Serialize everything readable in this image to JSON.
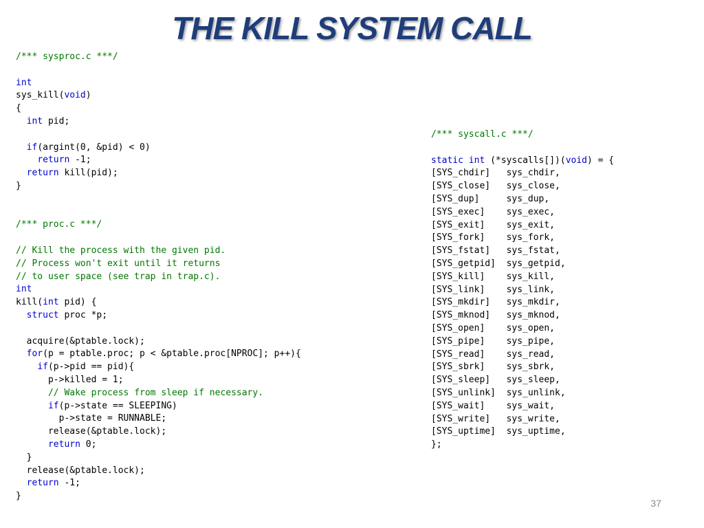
{
  "slide": {
    "title": "THE KILL SYSTEM CALL",
    "page_number": "37"
  },
  "colors": {
    "title": "#1f3d7a",
    "keyword": "#0000cc",
    "comment": "#007700",
    "text": "#000000",
    "page_number": "#8a8a8a"
  },
  "left_code": [
    [
      {
        "t": "/*** sysproc.c ***/",
        "c": "cm"
      }
    ],
    [],
    [
      {
        "t": "int",
        "c": "kw"
      }
    ],
    [
      {
        "t": "sys_kill("
      },
      {
        "t": "void",
        "c": "kw"
      },
      {
        "t": ")"
      }
    ],
    [
      {
        "t": "{"
      }
    ],
    [
      {
        "t": "  "
      },
      {
        "t": "int",
        "c": "kw"
      },
      {
        "t": " pid;"
      }
    ],
    [],
    [
      {
        "t": "  "
      },
      {
        "t": "if",
        "c": "kw"
      },
      {
        "t": "(argint(0, &pid) < 0)"
      }
    ],
    [
      {
        "t": "    "
      },
      {
        "t": "return",
        "c": "kw"
      },
      {
        "t": " -1;"
      }
    ],
    [
      {
        "t": "  "
      },
      {
        "t": "return",
        "c": "kw"
      },
      {
        "t": " kill(pid);"
      }
    ],
    [
      {
        "t": "}"
      }
    ],
    [],
    [],
    [
      {
        "t": "/*** proc.c ***/",
        "c": "cm"
      }
    ],
    [],
    [
      {
        "t": "// Kill the process with the given pid.",
        "c": "cm"
      }
    ],
    [
      {
        "t": "// Process won't exit until it returns",
        "c": "cm"
      }
    ],
    [
      {
        "t": "// to user space (see trap in trap.c).",
        "c": "cm"
      }
    ],
    [
      {
        "t": "int",
        "c": "kw"
      }
    ],
    [
      {
        "t": "kill("
      },
      {
        "t": "int",
        "c": "kw"
      },
      {
        "t": " pid) {"
      }
    ],
    [
      {
        "t": "  "
      },
      {
        "t": "struct",
        "c": "kw"
      },
      {
        "t": " proc *p;"
      }
    ],
    [],
    [
      {
        "t": "  acquire(&ptable.lock);"
      }
    ],
    [
      {
        "t": "  "
      },
      {
        "t": "for",
        "c": "kw"
      },
      {
        "t": "(p = ptable.proc; p < &ptable.proc[NPROC]; p++){"
      }
    ],
    [
      {
        "t": "    "
      },
      {
        "t": "if",
        "c": "kw"
      },
      {
        "t": "(p->pid == pid){"
      }
    ],
    [
      {
        "t": "      p->killed = 1;"
      }
    ],
    [
      {
        "t": "      "
      },
      {
        "t": "// Wake process from sleep if necessary.",
        "c": "cm"
      }
    ],
    [
      {
        "t": "      "
      },
      {
        "t": "if",
        "c": "kw"
      },
      {
        "t": "(p->state == SLEEPING)"
      }
    ],
    [
      {
        "t": "        p->state = RUNNABLE;"
      }
    ],
    [
      {
        "t": "      release(&ptable.lock);"
      }
    ],
    [
      {
        "t": "      "
      },
      {
        "t": "return",
        "c": "kw"
      },
      {
        "t": " 0;"
      }
    ],
    [
      {
        "t": "  }"
      }
    ],
    [
      {
        "t": "  release(&ptable.lock);"
      }
    ],
    [
      {
        "t": "  "
      },
      {
        "t": "return",
        "c": "kw"
      },
      {
        "t": " -1;"
      }
    ],
    [
      {
        "t": "}"
      }
    ]
  ],
  "right_code": [
    [
      {
        "t": "/*** syscall.c ***/",
        "c": "cm"
      }
    ],
    [],
    [
      {
        "t": "static",
        "c": "kw"
      },
      {
        "t": " "
      },
      {
        "t": "int",
        "c": "kw"
      },
      {
        "t": " (*syscalls[])("
      },
      {
        "t": "void",
        "c": "kw"
      },
      {
        "t": ") = {"
      }
    ],
    [
      {
        "t": "[SYS_chdir]   sys_chdir,"
      }
    ],
    [
      {
        "t": "[SYS_close]   sys_close,"
      }
    ],
    [
      {
        "t": "[SYS_dup]     sys_dup,"
      }
    ],
    [
      {
        "t": "[SYS_exec]    sys_exec,"
      }
    ],
    [
      {
        "t": "[SYS_exit]    sys_exit,"
      }
    ],
    [
      {
        "t": "[SYS_fork]    sys_fork,"
      }
    ],
    [
      {
        "t": "[SYS_fstat]   sys_fstat,"
      }
    ],
    [
      {
        "t": "[SYS_getpid]  sys_getpid,"
      }
    ],
    [
      {
        "t": "[SYS_kill]    sys_kill,"
      }
    ],
    [
      {
        "t": "[SYS_link]    sys_link,"
      }
    ],
    [
      {
        "t": "[SYS_mkdir]   sys_mkdir,"
      }
    ],
    [
      {
        "t": "[SYS_mknod]   sys_mknod,"
      }
    ],
    [
      {
        "t": "[SYS_open]    sys_open,"
      }
    ],
    [
      {
        "t": "[SYS_pipe]    sys_pipe,"
      }
    ],
    [
      {
        "t": "[SYS_read]    sys_read,"
      }
    ],
    [
      {
        "t": "[SYS_sbrk]    sys_sbrk,"
      }
    ],
    [
      {
        "t": "[SYS_sleep]   sys_sleep,"
      }
    ],
    [
      {
        "t": "[SYS_unlink]  sys_unlink,"
      }
    ],
    [
      {
        "t": "[SYS_wait]    sys_wait,"
      }
    ],
    [
      {
        "t": "[SYS_write]   sys_write,"
      }
    ],
    [
      {
        "t": "[SYS_uptime]  sys_uptime,"
      }
    ],
    [
      {
        "t": "};"
      }
    ]
  ]
}
